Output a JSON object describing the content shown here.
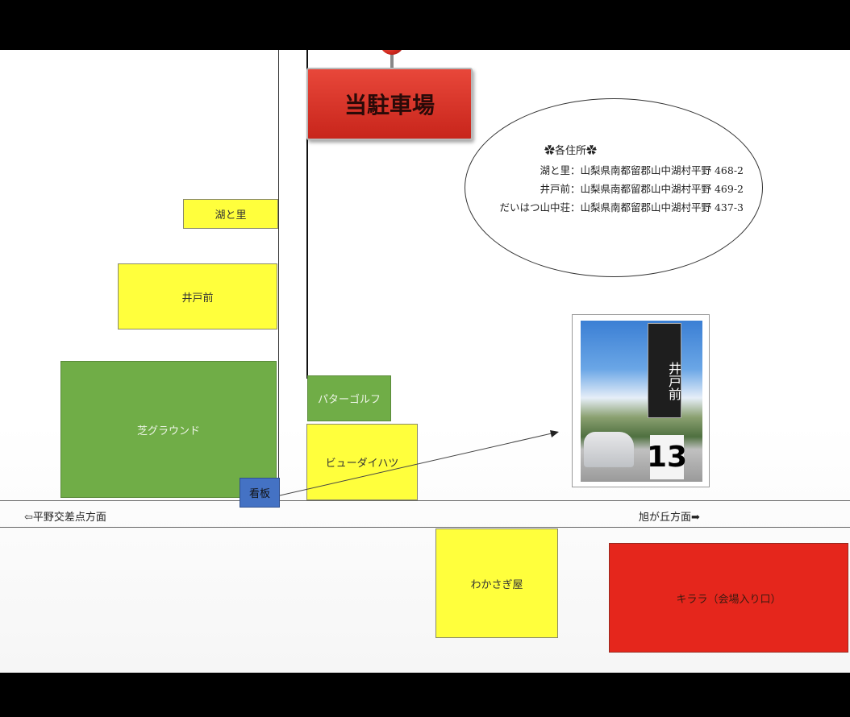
{
  "map": {
    "parking_label": "当駐車場",
    "address": {
      "title": "✿各住所✿",
      "lines": [
        "湖と里：山梨県南都留郡山中湖村平野 468-2",
        "井戸前：山梨県南都留郡山中湖村平野 469-2",
        "だいはつ山中荘：山梨県南都留郡山中湖村平野 437-3"
      ]
    },
    "blocks": {
      "kotosato": "湖と里",
      "idomae": "井戸前",
      "shiba_ground": "芝グラウンド",
      "putter_golf": "パターゴルフ",
      "view_daihatsu": "ビューダイハツ",
      "kanban": "看板",
      "wakasagiya": "わかさぎ屋",
      "kirara": "キララ（会場入り口）"
    },
    "roads": {
      "left_direction": "⇦平野交差点方面",
      "right_direction": "旭が丘方面➡"
    },
    "photo": {
      "sign_text": "井戸前",
      "number": "13"
    },
    "colors": {
      "yellow_block": "#ffff3c",
      "green_block": "#70ad47",
      "red_block": "#e5261c",
      "sign_blue": "#4472c4"
    }
  }
}
